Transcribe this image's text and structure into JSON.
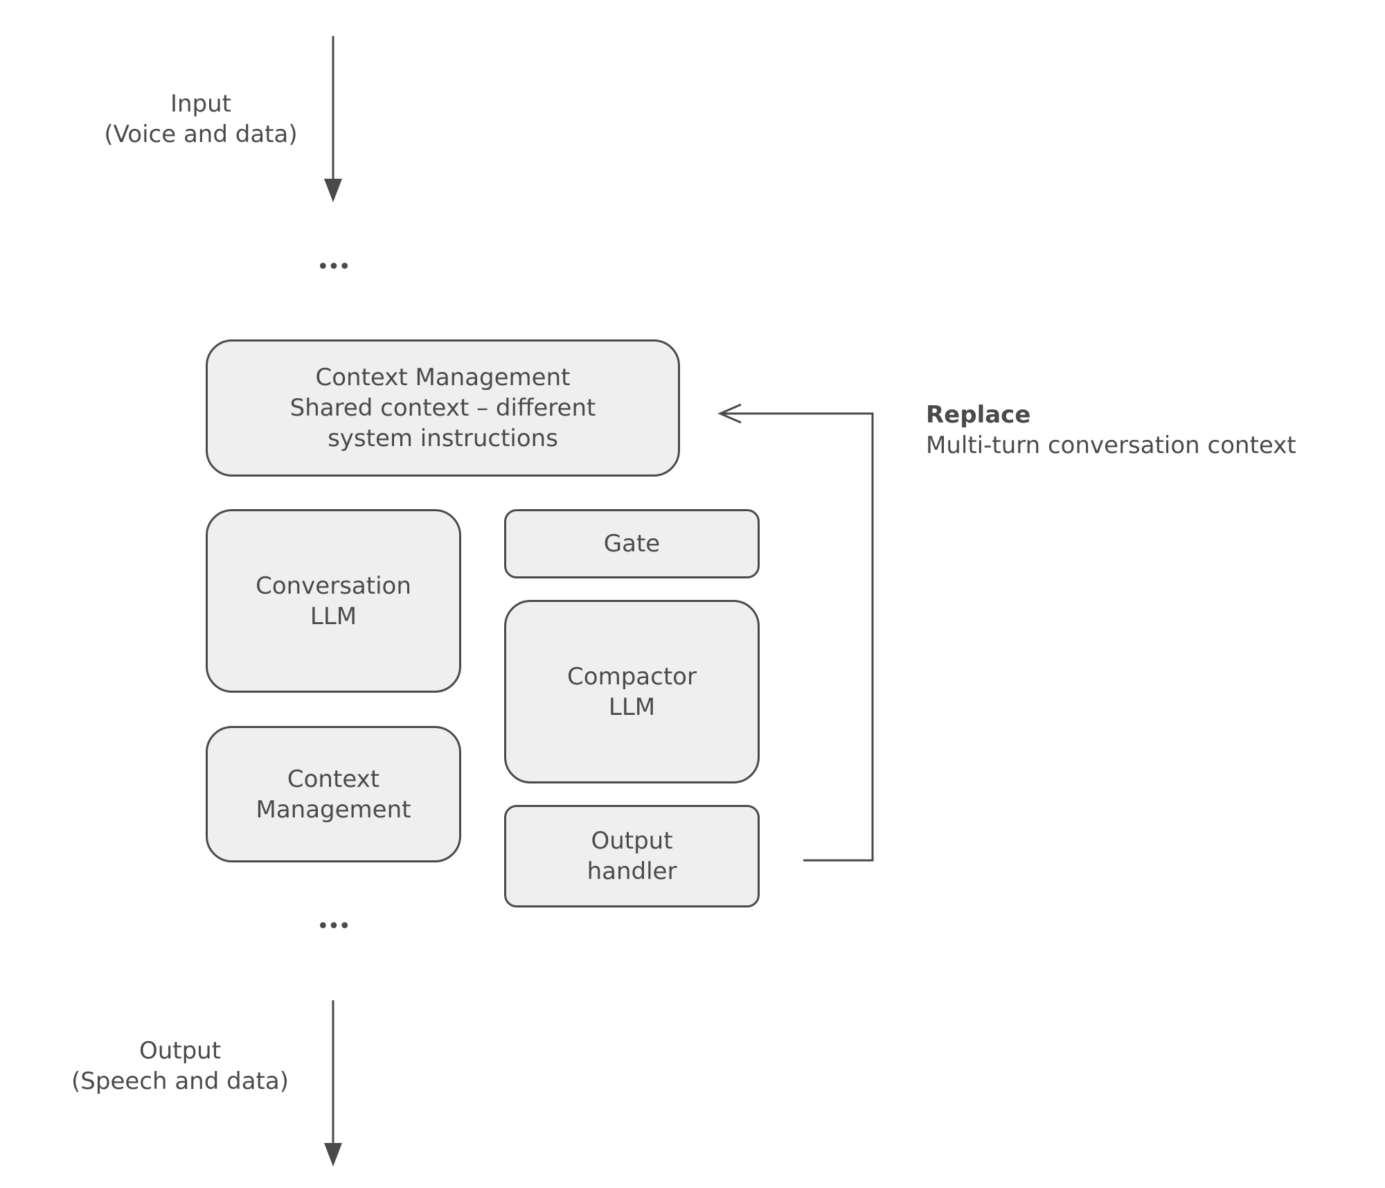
{
  "input_label": {
    "line1": "Input",
    "line2": "(Voice and data)"
  },
  "output_label": {
    "line1": "Output",
    "line2": "(Speech and data)"
  },
  "ellipsis": "•••",
  "boxes": {
    "context_management_top": {
      "line1": "Context Management",
      "line2": "Shared context – different",
      "line3": "system instructions"
    },
    "conversation_llm": {
      "line1": "Conversation",
      "line2": "LLM"
    },
    "context_management_bottom": {
      "line1": "Context",
      "line2": "Management"
    },
    "gate": {
      "line1": "Gate"
    },
    "compactor_llm": {
      "line1": "Compactor",
      "line2": "LLM"
    },
    "output_handler": {
      "line1": "Output",
      "line2": "handler"
    }
  },
  "replace_label": {
    "title": "Replace",
    "desc": "Multi-turn conversation context"
  },
  "colors": {
    "stroke": "#4a4a4a",
    "box_fill": "#efefef",
    "text": "#4a4a4a",
    "background": "#ffffff"
  }
}
